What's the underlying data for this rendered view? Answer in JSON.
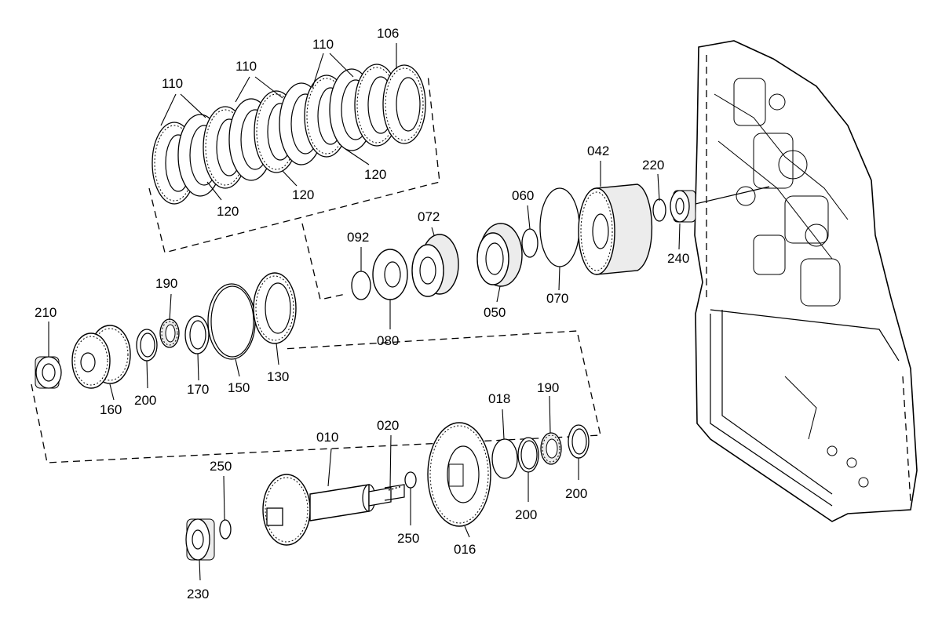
{
  "labels": {
    "l106": "106",
    "l110a": "110",
    "l110b": "110",
    "l110c": "110",
    "l120a": "120",
    "l120b": "120",
    "l120c": "120",
    "l042": "042",
    "l220": "220",
    "l240": "240",
    "l060": "060",
    "l070": "070",
    "l072": "072",
    "l050": "050",
    "l092": "092",
    "l080": "080",
    "l190a": "190",
    "l210": "210",
    "l160": "160",
    "l200a": "200",
    "l170": "170",
    "l150": "150",
    "l130": "130",
    "l010": "010",
    "l020": "020",
    "l018": "018",
    "l190b": "190",
    "l200b": "200",
    "l200c": "200",
    "l250a": "250",
    "l250b": "250",
    "l016": "016",
    "l230": "230"
  }
}
